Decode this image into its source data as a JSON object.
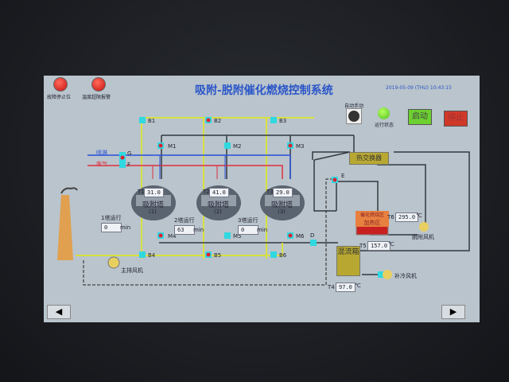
{
  "header": {
    "title": "吸附-脱附催化燃烧控制系统",
    "datetime": "2019-05-09 (THU) 10:43:15"
  },
  "alarms": [
    {
      "label": "故障停止位"
    },
    {
      "label": "温度超限报警"
    }
  ],
  "controls": {
    "mode_switch_label": "自动手动",
    "run_status_label": "运行状态",
    "start_label": "启动",
    "stop_label": "停止"
  },
  "valves": {
    "b1": "B1",
    "b2": "B2",
    "b3": "B3",
    "b4": "B4",
    "b5": "B5",
    "b6": "B6",
    "m1": "M1",
    "m2": "M2",
    "m3": "M3",
    "m4": "M4",
    "m5": "M5",
    "m6": "M6",
    "g": "G",
    "f": "F",
    "d": "D",
    "e": "E"
  },
  "inlets": {
    "spray": "喷淋",
    "waste_gas": "废气"
  },
  "towers": [
    {
      "tag": "T1",
      "temp": "31.0",
      "name": "吸附塔",
      "num": "(1)",
      "run_label": "1塔运行",
      "run_min": "0",
      "unit": "min"
    },
    {
      "tag": "T2",
      "temp": "41.0",
      "name": "吸附塔",
      "num": "(2)",
      "run_label": "2塔运行",
      "run_min": "63",
      "unit": "min"
    },
    {
      "tag": "T3",
      "temp": "29.0",
      "name": "吸附塔",
      "num": "(3)",
      "run_label": "3塔运行",
      "run_min": "0",
      "unit": "min"
    }
  ],
  "equipment": {
    "heat_exchanger": "热交换器",
    "catalytic": "催化燃烧区",
    "heating": "加热区",
    "mixing_box": "混流箱",
    "desorption_fan": "脱附风机",
    "supplement_fan": "补冷风机",
    "main_fan": "主排风机"
  },
  "temps": {
    "t6_tag": "T6",
    "t6": "295.0",
    "t5_tag": "T5",
    "t5": "157.0",
    "t4_tag": "T4",
    "t4": "97.0",
    "unit": "℃"
  },
  "nav": {
    "prev": "◀",
    "next": "▶"
  }
}
